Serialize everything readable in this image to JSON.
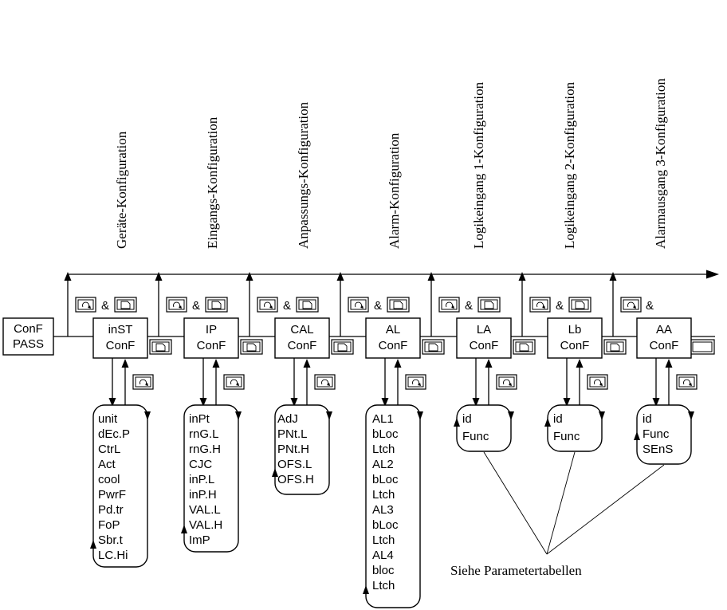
{
  "section_titles": [
    "Geräte-Konfiguration",
    "Eingangs-Konfiguration",
    "Anpassungs-Konfiguration",
    "Alarm-Konfiguration",
    "Logikeingang 1-Konfiguration",
    "Logikeingang 2-Konfiguration",
    "Alarmausgang 3-Konfiguration"
  ],
  "start_box": {
    "line1": "ConF",
    "line2": "PASS"
  },
  "ampersand": "&",
  "icons": {
    "cycle_key": "scroll-key-icon",
    "page_key": "page-key-icon",
    "blank_key": "blank-key-icon"
  },
  "modules": [
    {
      "line1": "inST",
      "line2": "ConF",
      "params": [
        "unit",
        "dEc.P",
        "CtrL",
        "Act",
        "cool",
        "PwrF",
        "Pd.tr",
        "FoP",
        "Sbr.t",
        "LC.Hi"
      ]
    },
    {
      "line1": "IP",
      "line2": "ConF",
      "params": [
        "inPt",
        "rnG.L",
        "rnG.H",
        "CJC",
        "inP.L",
        "inP.H",
        "VAL.L",
        "VAL.H",
        "ImP"
      ]
    },
    {
      "line1": "CAL",
      "line2": "ConF",
      "params": [
        "AdJ",
        "PNt.L",
        "PNt.H",
        "OFS.L",
        "OFS.H"
      ]
    },
    {
      "line1": "AL",
      "line2": "ConF",
      "params": [
        "AL1",
        "bLoc",
        "Ltch",
        "AL2",
        "bLoc",
        "Ltch",
        "AL3",
        "bLoc",
        "Ltch",
        "AL4",
        "bloc",
        "Ltch"
      ]
    },
    {
      "line1": "LA",
      "line2": "ConF",
      "params": [
        "id",
        "Func"
      ]
    },
    {
      "line1": "Lb",
      "line2": "ConF",
      "params": [
        "id",
        "Func"
      ]
    },
    {
      "line1": "AA",
      "line2": "ConF",
      "params": [
        "id",
        "Func",
        "SEnS"
      ]
    }
  ],
  "footnote": "Siehe Parametertabellen"
}
